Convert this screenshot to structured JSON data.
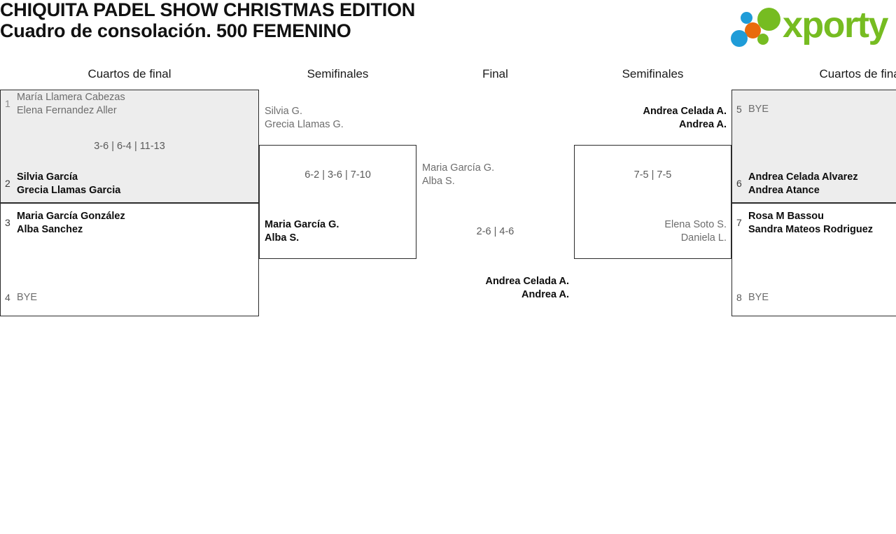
{
  "header": {
    "title_line1": "CHIQUITA PADEL SHOW CHRISTMAS EDITION",
    "title_line2": "Cuadro de consolación. 500 FEMENINO",
    "logo_text": "xporty"
  },
  "rounds": {
    "qf_left": "Cuartos de final",
    "sf_left": "Semifinales",
    "final": "Final",
    "sf_right": "Semifinales",
    "qf_right": "Cuartos de final"
  },
  "bracket": {
    "qf1": {
      "team1": {
        "seed": "1",
        "player1": "María Llamera Cabezas",
        "player2": "Elena Fernandez Aller",
        "result": "loser"
      },
      "team2": {
        "seed": "2",
        "player1": "Silvia García",
        "player2": "Grecia Llamas Garcia",
        "result": "winner"
      },
      "score": "3-6 | 6-4 | 11-13"
    },
    "qf2": {
      "team1": {
        "seed": "3",
        "player1": "Maria García González",
        "player2": "Alba Sanchez",
        "result": "winner"
      },
      "team2": {
        "seed": "4",
        "player1": "BYE",
        "player2": "",
        "result": "bye"
      },
      "score": ""
    },
    "sf1": {
      "team1": {
        "seed": "",
        "player1": "Silvia G.",
        "player2": "Grecia Llamas G.",
        "result": "loser"
      },
      "team2": {
        "seed": "",
        "player1": "Maria García G.",
        "player2": "Alba S.",
        "result": "winner"
      },
      "score": "6-2 | 3-6 | 7-10"
    },
    "final": {
      "team1": {
        "seed": "",
        "player1": "Maria García G.",
        "player2": "Alba S.",
        "result": "loser"
      },
      "team2": {
        "seed": "",
        "player1": "Andrea Celada A.",
        "player2": "Andrea A.",
        "result": "winner"
      },
      "score": "2-6 | 4-6"
    },
    "sf2": {
      "team1": {
        "seed": "",
        "player1": "Andrea Celada A.",
        "player2": "Andrea A.",
        "result": "winner"
      },
      "team2": {
        "seed": "",
        "player1": "Elena Soto S.",
        "player2": "Daniela L.",
        "result": "loser"
      },
      "score": "7-5 | 7-5"
    },
    "qf3": {
      "team1": {
        "seed": "5",
        "player1": "BYE",
        "player2": "",
        "result": "bye"
      },
      "team2": {
        "seed": "6",
        "player1": "Andrea Celada Alvarez",
        "player2": "Andrea Atance",
        "result": "winner"
      },
      "score": ""
    },
    "qf4": {
      "team1": {
        "seed": "7",
        "player1": "Rosa M Bassou",
        "player2": "Sandra Mateos Rodriguez",
        "result": "winner"
      },
      "team2": {
        "seed": "8",
        "player1": "BYE",
        "player2": "",
        "result": "bye"
      },
      "score": ""
    }
  },
  "colors": {
    "shade": "#ededed",
    "border": "#2b2b2b",
    "logo_green": "#76bc21",
    "logo_blue": "#1f9cd8",
    "logo_orange": "#e96b0c"
  }
}
